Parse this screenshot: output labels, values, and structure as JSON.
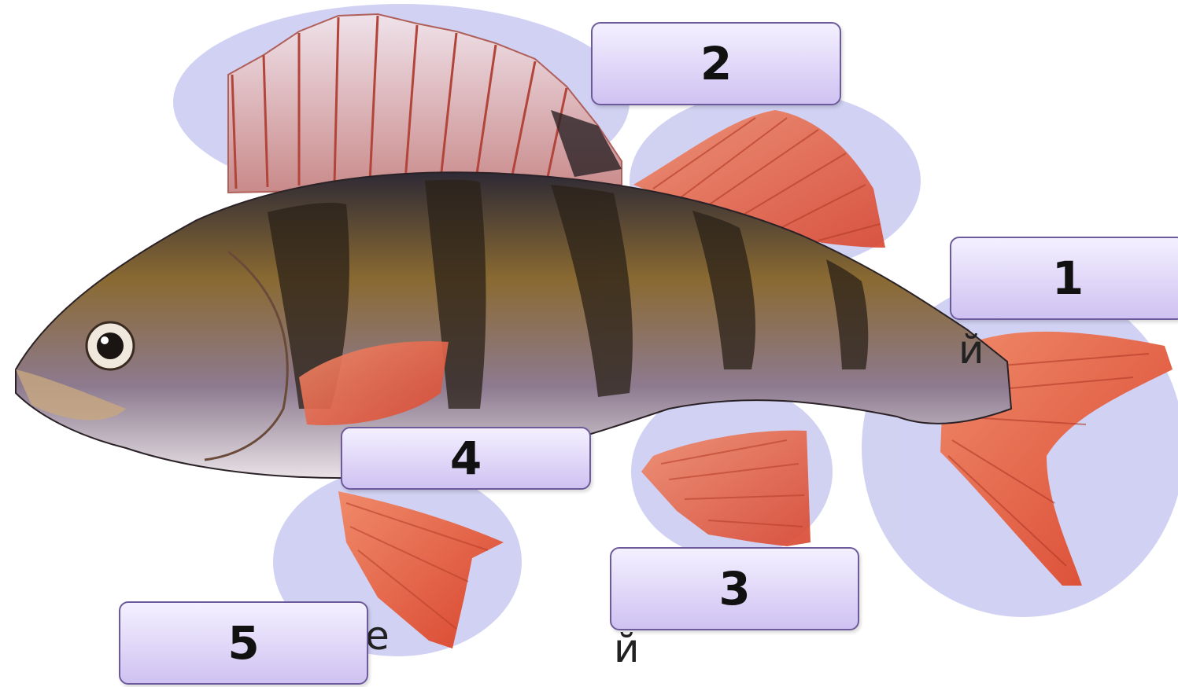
{
  "labels": [
    {
      "id": "1",
      "text": "1"
    },
    {
      "id": "2",
      "text": "2"
    },
    {
      "id": "3",
      "text": "3"
    },
    {
      "id": "4",
      "text": "4"
    },
    {
      "id": "5",
      "text": "5"
    }
  ],
  "hidden_text_fragments": [
    "й",
    "е",
    "й"
  ],
  "colors": {
    "highlight": "#cfd0f2",
    "fin_red": "#e0593f",
    "body_dark": "#3a2e22",
    "body_gold": "#9a7a3a",
    "label_border": "#6d5a9a"
  }
}
